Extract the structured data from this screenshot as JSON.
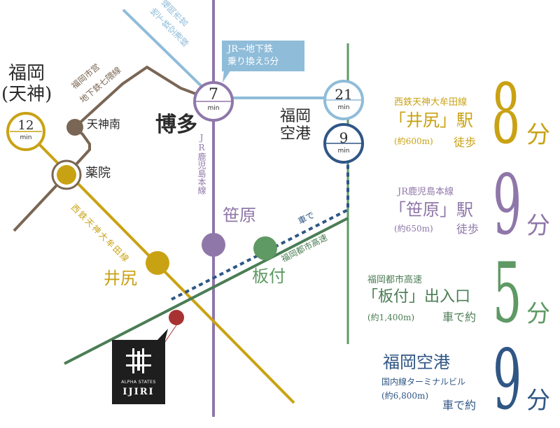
{
  "colors": {
    "nishitetsu": "#c9a214",
    "jr": "#8f77a9",
    "metro_kuko": "#8fbcd9",
    "metro_nanakuma": "#7a6654",
    "expressway": "#4b7d55",
    "green_line": "#5f9964",
    "car_route": "#2f5685",
    "marker": "#a83232",
    "text_main": "#2b2b2b"
  },
  "stations": {
    "fukuoka_tenjin": {
      "name": "福岡\n(天神)",
      "time": "12",
      "unit": "min"
    },
    "hakata": {
      "name": "博多",
      "time": "7",
      "unit": "min"
    },
    "airport": {
      "name": "福岡\n空港",
      "time_top": "21",
      "time_bottom": "9",
      "unit": "min"
    },
    "tenjin_minami": "天神南",
    "yakuin": "薬院",
    "sasabaru": "笹原",
    "ijiri": "井尻",
    "itazuke": "板付"
  },
  "lines": {
    "subway_kuko": "地下鉄空港線",
    "subway_kuko_prefix": "福岡市営",
    "subway_nanakuma_1": "福岡市営",
    "subway_nanakuma_2": "地下鉄七隈線",
    "jr_kagoshima": "JR鹿児島本線",
    "nishitetsu": "西鉄天神大牟田線",
    "expressway": "福岡都市高速",
    "car": "車で"
  },
  "transfer_note": "JR→地下鉄\n乗り換え5分",
  "property": {
    "brand": "ALPHA STATES",
    "name": "IJIRI"
  },
  "access": [
    {
      "line": "西鉄天神大牟田線",
      "place": "「井尻」駅",
      "distance": "(約600m)",
      "mode": "徒歩",
      "minutes": "8",
      "unit": "分",
      "color": "#c9a214"
    },
    {
      "line": "JR鹿児島本線",
      "place": "「笹原」駅",
      "distance": "(約650m)",
      "mode": "徒歩",
      "minutes": "9",
      "unit": "分",
      "color": "#8f77a9"
    },
    {
      "line": "福岡都市高速",
      "place": "「板付」出入口",
      "distance": "(約1,400m)",
      "mode": "車で約",
      "minutes": "5",
      "unit": "分",
      "color": "#5f9964"
    },
    {
      "line": "福岡空港",
      "place": "国内線ターミナルビル",
      "distance": "(約6,800m)",
      "mode": "車で約",
      "minutes": "9",
      "unit": "分",
      "color": "#2f5685"
    }
  ]
}
